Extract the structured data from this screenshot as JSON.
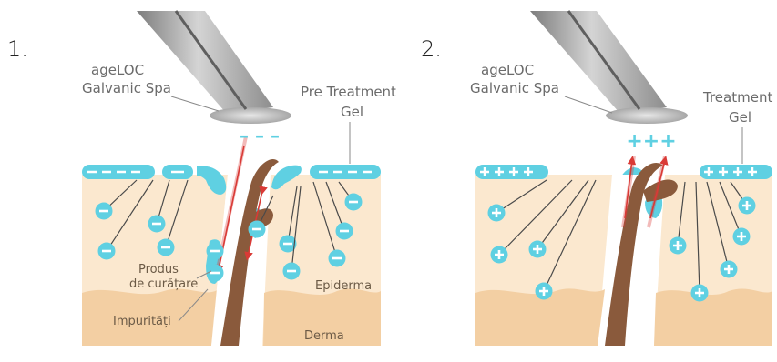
{
  "panel1": {
    "number": "1.",
    "device_line1": "ageLOC",
    "device_line2": "Galvanic Spa",
    "gel_line1": "Pre Treatment",
    "gel_line2": "Gel",
    "charge_label": "– – –",
    "product_line1": "Produs",
    "product_line2": "de curățare",
    "impurities": "Impurități",
    "epidermis": "Epiderma",
    "dermis": "Derma",
    "ion_symbol": "−"
  },
  "panel2": {
    "number": "2.",
    "device_line1": "ageLOC",
    "device_line2": "Galvanic Spa",
    "gel_line1": "Treatment",
    "gel_line2": "Gel",
    "charge_label": "+++",
    "ion_symbol": "+"
  },
  "colors": {
    "epidermis": "#fbe8cf",
    "dermis": "#f3cfa3",
    "ion_cyan": "#5fd0e2",
    "hair": "#8a5a3c",
    "device": "#9a9a9a",
    "arrow": "#d93a36"
  }
}
